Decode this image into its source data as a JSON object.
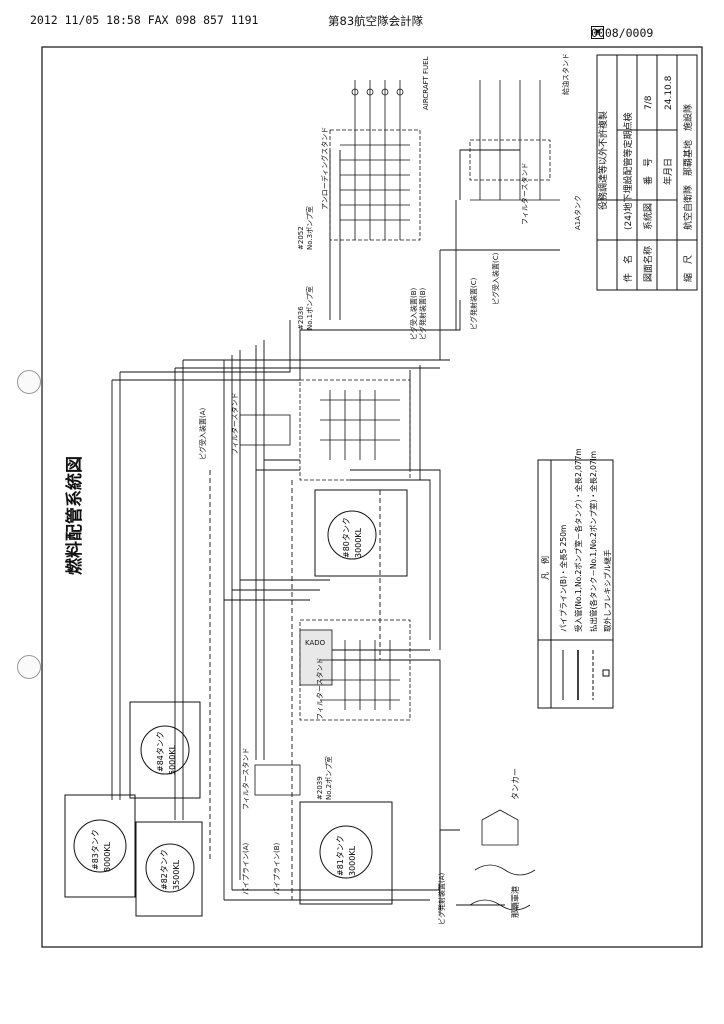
{
  "fax_header": {
    "left": "2012 11/05 18:58 FAX  098 857 1191",
    "center": "第83航空隊会計隊",
    "page": "0008/0009",
    "fax_icon": "fax-page-icon"
  },
  "drawing_title": "燃料配管系統図",
  "title_block": {
    "note": "役務調達等以外不許複製",
    "rows": [
      {
        "label": "件　名",
        "value": "(24)地下埋設配管等定期点検"
      },
      {
        "label": "図面名称",
        "value": "系統図"
      },
      {
        "label": "番　号",
        "value": "7/8"
      },
      {
        "label": "年月日",
        "value": "24.10.8"
      },
      {
        "label": "縮　尺",
        "value": "航空自衛隊　那覇基地　施設隊"
      }
    ]
  },
  "legend": {
    "title": "凡　例",
    "items": [
      "パイプライン(B)・全長5 250m",
      "受入管(No.1,No.2ポンプ室－各タンク)・全長2,077m",
      "払出管(各タンク－No.1,No.2ポンプ室)・全長2,07lm",
      "取外しフレキシブル継手"
    ]
  },
  "tanks": [
    {
      "id": "t83",
      "name": "#83タンク",
      "capacity": "8000KL"
    },
    {
      "id": "t84",
      "name": "#84タンク",
      "capacity": "5000KL"
    },
    {
      "id": "t82",
      "name": "#82タンク",
      "capacity": "3500KL"
    },
    {
      "id": "t81",
      "name": "#81タンク",
      "capacity": "3000KL"
    },
    {
      "id": "t80",
      "name": "#80タンク",
      "capacity": "3000KL"
    }
  ],
  "labels": {
    "hydrant_stand": "アンローディングスタンド",
    "pump2052": "#2052",
    "pump2052_sub": "No.3ポンプ室",
    "pump2036": "#2036",
    "pump2036_sub": "No.1ポンプ室",
    "pump2039": "#2039",
    "pump2039_sub": "No.2ポンプ室",
    "pig_a": "ピグ受入装置(A)",
    "pig_b": "ピグ受入装置(B)",
    "pig_launch_b": "ピグ発射装置(B)",
    "pig_launch_c": "ピグ発射装置(C)",
    "pig_launch_a": "ピグ発射装置(A)",
    "pig_recv_c": "ピグ受入装置(C)",
    "ala_tank": "A1Aタンク",
    "filter_stand": "フィルタースタンド",
    "filter_stand2": "フィルタースタンド",
    "filter_stand3": "フィルタースタンド",
    "filter_stand4": "フィルタースタンド",
    "refuel_stand": "給油スタンド",
    "pipeline_a": "パイプライン(A)",
    "pipeline_b": "パイプライン(B)",
    "harbor": "那覇軍港",
    "tanker": "タンカー",
    "aircraft_fuel": "AIRCRAFT FUEL",
    "kado": "KADO"
  }
}
